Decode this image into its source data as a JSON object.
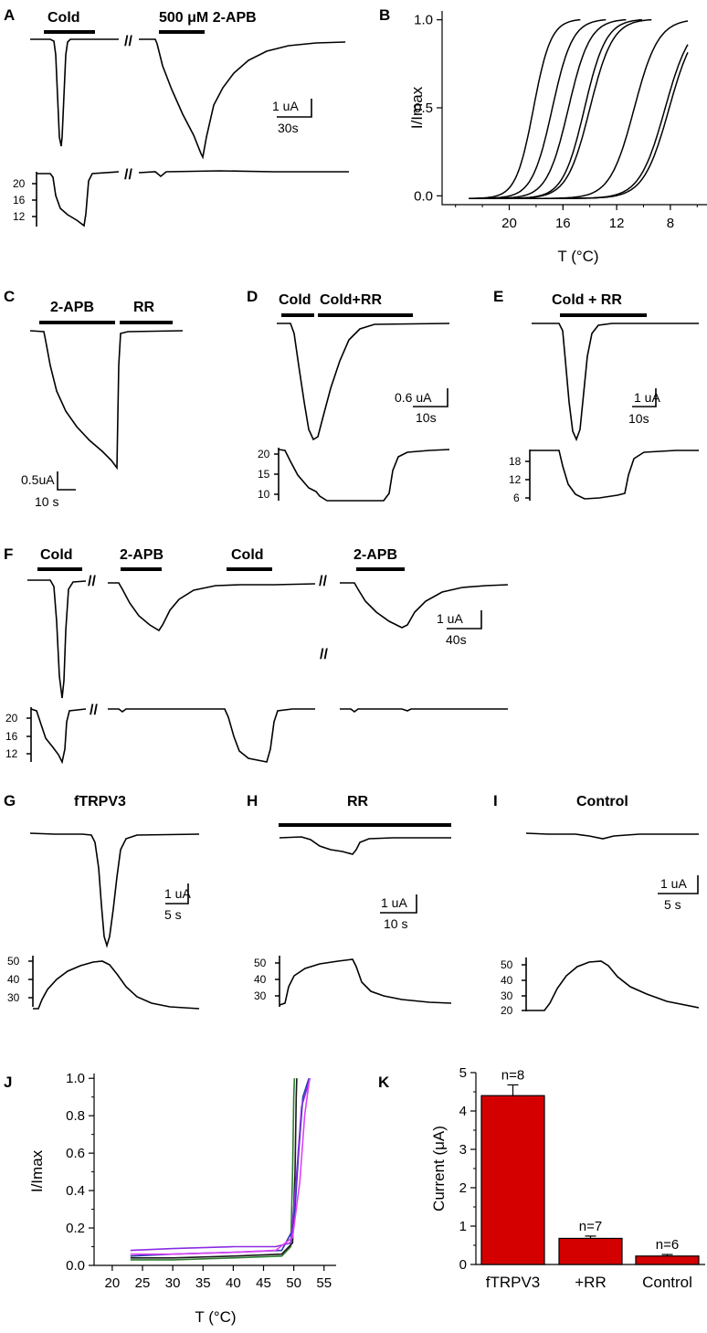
{
  "panels": {
    "A": {
      "label": "A",
      "stim1": "Cold",
      "stim2": "500 μM 2-APB",
      "scale_current": "1 uA",
      "scale_time": "30s",
      "temp_ticks": [
        "20",
        "16",
        "12"
      ]
    },
    "B": {
      "label": "B"
    },
    "C": {
      "label": "C",
      "stim1": "2-APB",
      "stim2": "RR",
      "scale_current": "0.5uA",
      "scale_time": "10 s"
    },
    "D": {
      "label": "D",
      "stim1": "Cold",
      "stim2": "Cold+RR",
      "scale_current": "0.6 uA",
      "scale_time": "10s",
      "temp_ticks": [
        "20",
        "15",
        "10"
      ]
    },
    "E": {
      "label": "E",
      "stim1": "Cold + RR",
      "scale_current": "1 uA",
      "scale_time": "10s",
      "temp_ticks": [
        "18",
        "12",
        "6"
      ]
    },
    "F": {
      "label": "F",
      "stim1": "Cold",
      "stim2": "2-APB",
      "stim3": "Cold",
      "stim4": "2-APB",
      "scale_current": "1 uA",
      "scale_time": "40s",
      "temp_ticks": [
        "20",
        "16",
        "12"
      ]
    },
    "G": {
      "label": "G",
      "title": "fTRPV3",
      "scale_current": "1 uA",
      "scale_time": "5 s",
      "temp_ticks": [
        "50",
        "40",
        "30"
      ]
    },
    "H": {
      "label": "H",
      "title": "RR",
      "scale_current": "1 uA",
      "scale_time": "10 s",
      "temp_ticks": [
        "50",
        "40",
        "30"
      ]
    },
    "I": {
      "label": "I",
      "title": "Control",
      "scale_current": "1 uA",
      "scale_time": "5 s",
      "temp_ticks": [
        "50",
        "40",
        "30",
        "20"
      ]
    },
    "J": {
      "label": "J"
    },
    "K": {
      "label": "K"
    }
  },
  "chart_data": [
    {
      "panel": "B",
      "type": "line",
      "xlabel": "T (°C)",
      "ylabel": "I/Imax",
      "xlim": [
        25,
        5
      ],
      "ylim": [
        -0.05,
        1.05
      ],
      "x_ticks": [
        "20",
        "16",
        "12",
        "8"
      ],
      "y_ticks": [
        "0.0",
        "0.5",
        "1.0"
      ],
      "series": [
        {
          "midpoint": 18.2,
          "width": 0.65
        },
        {
          "midpoint": 16.8,
          "width": 0.75
        },
        {
          "midpoint": 15.6,
          "width": 0.8
        },
        {
          "midpoint": 14.4,
          "width": 0.8
        },
        {
          "midpoint": 14.0,
          "width": 0.85
        },
        {
          "midpoint": 10.7,
          "width": 0.9
        },
        {
          "midpoint": 8.4,
          "width": 0.95
        },
        {
          "midpoint": 8.1,
          "width": 0.95
        }
      ]
    },
    {
      "panel": "J",
      "type": "line",
      "xlabel": "T (°C)",
      "ylabel": "I/Imax",
      "xlim": [
        17,
        57
      ],
      "ylim": [
        0,
        1.05
      ],
      "x_ticks": [
        "20",
        "25",
        "30",
        "35",
        "40",
        "45",
        "50",
        "55"
      ],
      "y_ticks": [
        "0.0",
        "0.2",
        "0.4",
        "0.6",
        "0.8",
        "1.0"
      ],
      "series": [
        {
          "color": "#2e7d32",
          "x": [
            23,
            30,
            40,
            48,
            49.5,
            49.8,
            50,
            50.1
          ],
          "y": [
            0.03,
            0.03,
            0.04,
            0.05,
            0.1,
            0.5,
            0.9,
            1.0
          ]
        },
        {
          "color": "#1a1a1a",
          "x": [
            23,
            30,
            40,
            48,
            49.8,
            50.2,
            50.4,
            50.5
          ],
          "y": [
            0.04,
            0.04,
            0.05,
            0.06,
            0.12,
            0.5,
            0.9,
            1.0
          ]
        },
        {
          "color": "#1f3fa8",
          "x": [
            23,
            30,
            40,
            48,
            50,
            50.8,
            51.5,
            52.5
          ],
          "y": [
            0.05,
            0.06,
            0.07,
            0.08,
            0.2,
            0.6,
            0.9,
            1.0
          ]
        },
        {
          "color": "#8a2be2",
          "x": [
            23,
            30,
            40,
            47,
            49.5,
            50.5,
            51.3,
            52.7
          ],
          "y": [
            0.08,
            0.09,
            0.1,
            0.1,
            0.12,
            0.5,
            0.85,
            1.0
          ]
        },
        {
          "color": "#e040fb",
          "x": [
            23,
            30,
            40,
            47,
            49.8,
            51,
            51.8,
            52.6
          ],
          "y": [
            0.06,
            0.06,
            0.07,
            0.08,
            0.15,
            0.45,
            0.8,
            1.0
          ]
        }
      ]
    },
    {
      "panel": "K",
      "type": "bar",
      "ylabel": "Current (μA)",
      "ylim": [
        0,
        5
      ],
      "y_ticks": [
        "0",
        "1",
        "2",
        "3",
        "4",
        "5"
      ],
      "categories": [
        "fTRPV3",
        "+RR",
        "Control"
      ],
      "values": [
        4.4,
        0.68,
        0.22
      ],
      "errors": [
        0.28,
        0.06,
        0.04
      ],
      "labels": [
        "n=8",
        "n=7",
        "n=6"
      ],
      "color": "#d40000"
    }
  ]
}
